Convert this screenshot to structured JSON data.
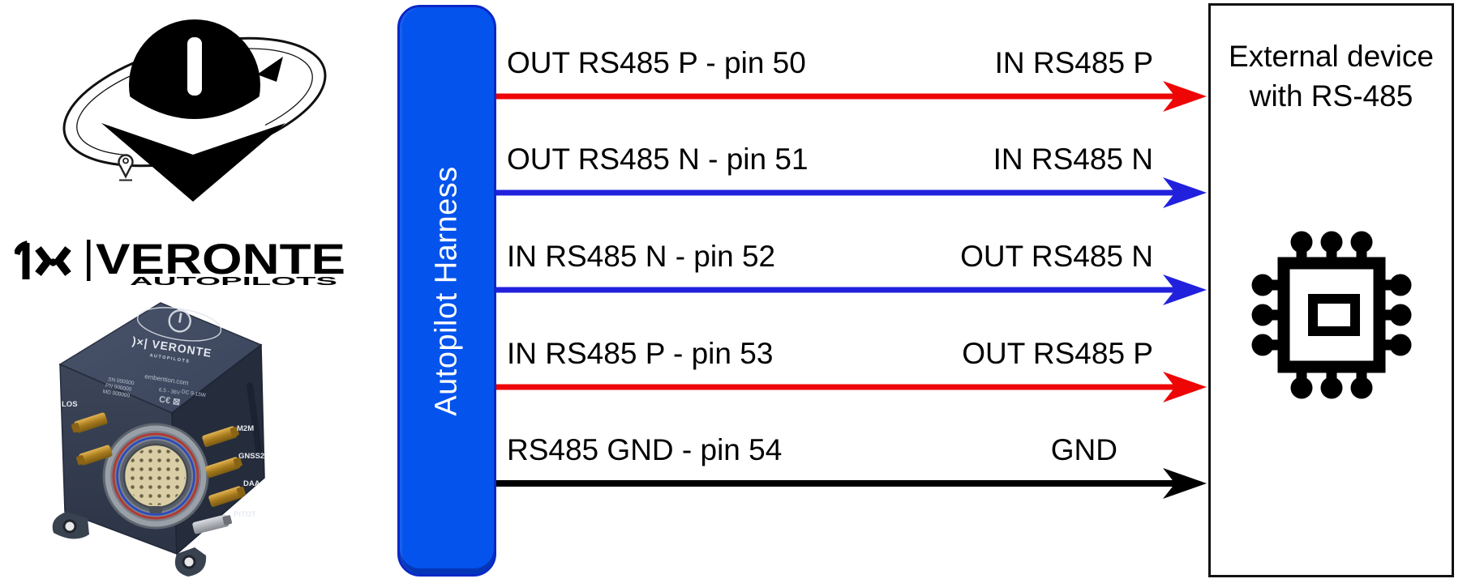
{
  "brand": {
    "wordmark": "VERONTE",
    "wordmark_sub": "AUTOPILOTS"
  },
  "harness": {
    "label": "Autopilot Harness",
    "fill": "#0453ec",
    "border": "#0a28c8"
  },
  "device": {
    "title_line1": "External device",
    "title_line2": "with RS-485"
  },
  "wires": [
    {
      "left_label": "OUT RS485 P - pin 50",
      "right_label": "IN RS485 P",
      "color": "#ee0505"
    },
    {
      "left_label": "OUT RS485 N - pin 51",
      "right_label": "IN RS485 N",
      "color": "#2121dd"
    },
    {
      "left_label": "IN RS485 N - pin 52",
      "right_label": "OUT RS485 N",
      "color": "#2121dd"
    },
    {
      "left_label": "IN RS485 P - pin 53",
      "right_label": "OUT RS485 P",
      "color": "#ee0505"
    },
    {
      "left_label": "RS485 GND - pin 54",
      "right_label": "GND",
      "color": "#000000"
    }
  ],
  "hardware": {
    "website": "embention.com",
    "sn": "SN 000000",
    "pn": "PN 000000",
    "md": "MD 000000",
    "voltage": "6.5 - 36V",
    "power": "DC 9-15W",
    "top_brand": ")×| VERONTE",
    "top_sub": "A U T O P I L O T S",
    "ports": [
      "LOS",
      "M2M",
      "GNSS2",
      "DAA",
      "PITOT"
    ]
  }
}
